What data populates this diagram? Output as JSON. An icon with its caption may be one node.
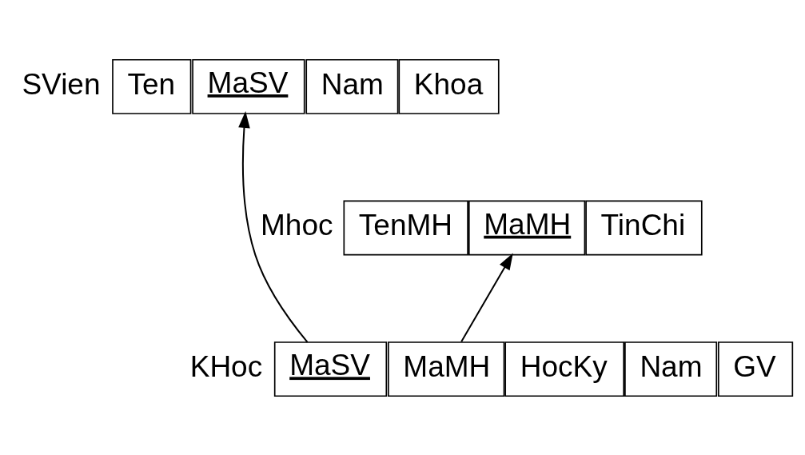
{
  "diagram": {
    "nodes": [
      {
        "text": [
          "Ten"
        ]
      },
      {
        "text": [
          "MaSV"
        ]
      },
      {
        "text": [
          "Nam"
        ]
      },
      {
        "text": [
          "Khoa"
        ]
      },
      {
        "text": [
          "TenMH"
        ]
      },
      {
        "text": [
          "MaMH"
        ]
      },
      {
        "text": [
          "TinChi"
        ]
      },
      {
        "text": [
          "MaSV"
        ]
      },
      {
        "text": [
          "MaMH"
        ]
      },
      {
        "text": [
          "HocKy"
        ]
      },
      {
        "text": [
          "Nam"
        ]
      },
      {
        "text": [
          "GV"
        ]
      }
    ],
    "edges": [
      {
        "from": 7,
        "to": 1,
        "arrow": "to"
      },
      {
        "from": 8,
        "to": 5,
        "arrow": "to"
      }
    ],
    "labels": [
      "SVien",
      "Mhoc",
      "KHoc"
    ]
  }
}
